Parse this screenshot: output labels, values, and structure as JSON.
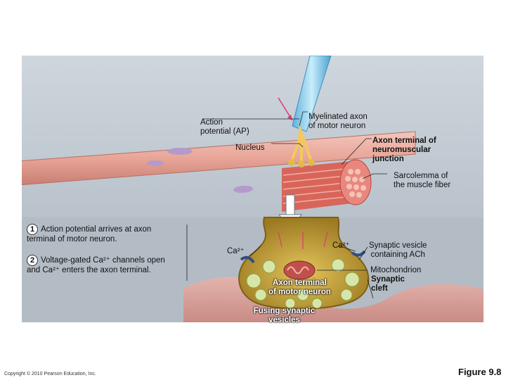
{
  "labels": {
    "action_potential": [
      "Action",
      "potential (AP)"
    ],
    "myelinated_axon": [
      "Myelinated axon",
      "of motor neuron"
    ],
    "axon_terminal_nmj": [
      "Axon terminal of",
      "neuromuscular",
      "junction"
    ],
    "nucleus": "Nucleus",
    "sarcolemma": [
      "Sarcolemma of",
      "the muscle fiber"
    ],
    "ca_left": "Ca²⁺",
    "ca_right": "Ca²⁺",
    "synaptic_vesicle": [
      "Synaptic vesicle",
      "containing ACh"
    ],
    "mitochondrion": "Mitochondrion",
    "synaptic_cleft": [
      "Synaptic",
      "cleft"
    ],
    "axon_terminal_motor": [
      "Axon terminal",
      "of motor neuron"
    ],
    "fusing_vesicles": [
      "Fusing synaptic",
      "vesicles"
    ]
  },
  "steps": [
    {
      "number": "1",
      "text": "Action potential arrives at axon terminal of motor neuron."
    },
    {
      "number": "2",
      "text": "Voltage-gated Ca²⁺ channels open and Ca²⁺ enters the axon terminal."
    }
  ],
  "footer": {
    "copyright": "Copyright © 2010 Pearson Education, Inc.",
    "figure": "Figure 9.8"
  },
  "colors": {
    "muscle_fiber": "#e8a79a",
    "axon_myelin": "#7fc6e6",
    "terminal": "#c9a63a",
    "background": "#c7cfd7"
  }
}
